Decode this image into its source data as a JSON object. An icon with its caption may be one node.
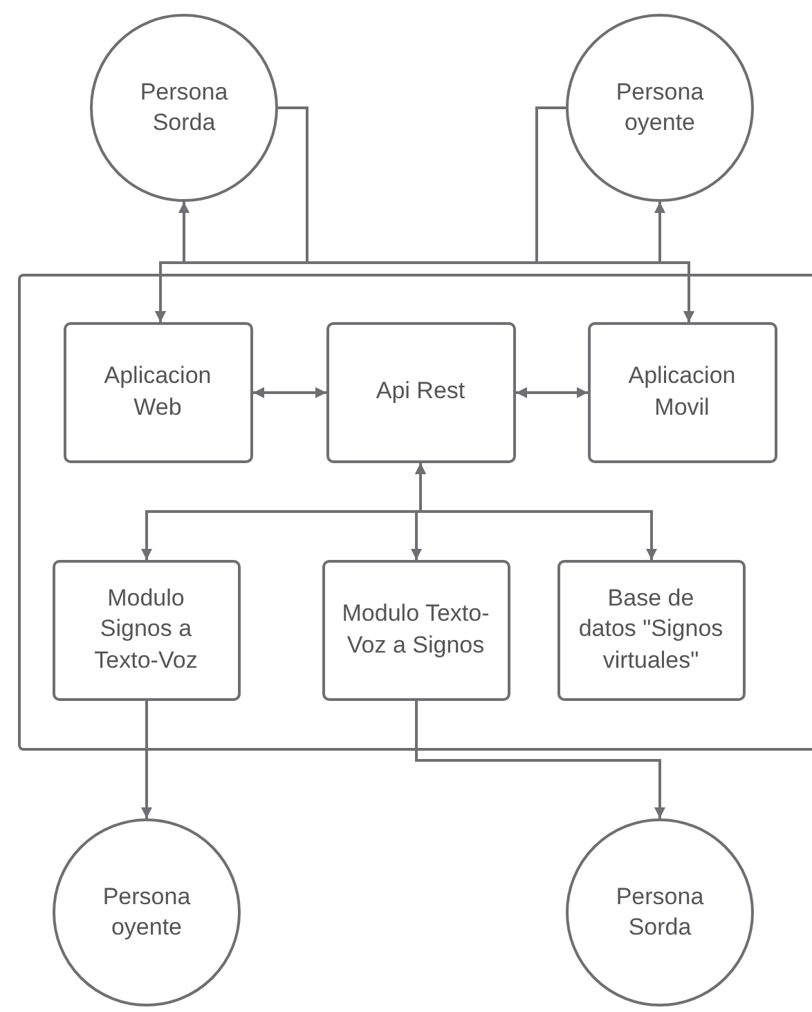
{
  "diagram": {
    "nodes": [
      {
        "text": [
          "Persona Sorda"
        ]
      },
      {
        "text": [
          "Persona oyente"
        ]
      },
      {
        "text": [],
        "shape": "box"
      },
      {
        "text": [
          "Aplicacion Web"
        ],
        "in": 2
      },
      {
        "text": [
          "Api Rest"
        ],
        "in": 2
      },
      {
        "text": [
          "Aplicacion Movil"
        ],
        "in": 2
      },
      {
        "text": [
          "Modulo Signos a Texto-Voz"
        ],
        "in": 2
      },
      {
        "text": [
          "Modulo Texto-Voz a Signos"
        ],
        "in": 2
      },
      {
        "text": [
          "Base de datos \"Signos virtuales\""
        ],
        "in": 2
      },
      {
        "text": [
          "Persona oyente"
        ]
      },
      {
        "text": [
          "Persona Sorda"
        ]
      }
    ],
    "edges": [
      {
        "from": 0,
        "to": 3,
        "arrow": "to"
      },
      {
        "from": 0,
        "to": 5,
        "arrow": "to"
      },
      {
        "from": 0,
        "to": 1,
        "arrow": "to"
      },
      {
        "from": 1,
        "to": 3,
        "arrow": "to"
      },
      {
        "from": 1,
        "to": 5,
        "arrow": "to"
      },
      {
        "from": 1,
        "to": 0,
        "arrow": "to"
      },
      {
        "from": 3,
        "to": 4,
        "arrow": "both"
      },
      {
        "from": 4,
        "to": 5,
        "arrow": "both"
      },
      {
        "from": 4,
        "to": 6,
        "arrow": "both"
      },
      {
        "from": 4,
        "to": 7,
        "arrow": "both"
      },
      {
        "from": 4,
        "to": 8,
        "arrow": "both"
      },
      {
        "from": 6,
        "to": 9,
        "arrow": "to"
      },
      {
        "from": 7,
        "to": 10,
        "arrow": "to"
      }
    ]
  }
}
